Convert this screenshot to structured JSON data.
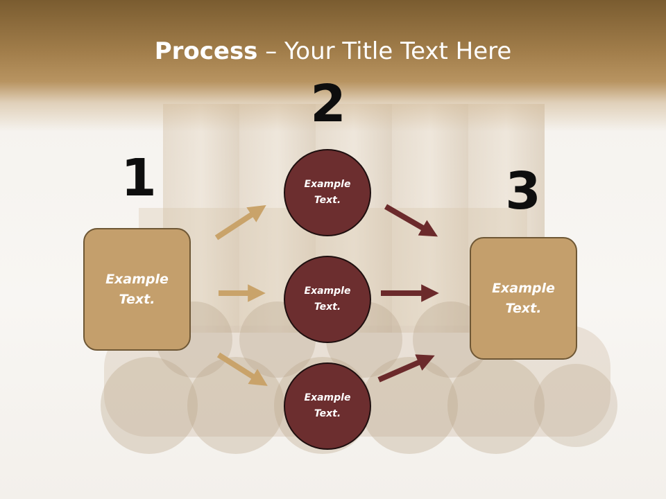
{
  "title": {
    "bold": "Process",
    "rest": " – Your Title Text Here"
  },
  "steps": {
    "one": "1",
    "two": "2",
    "three": "3"
  },
  "box_left": "Example Text.",
  "box_right": "Example Text.",
  "circles": [
    "Example Text.",
    "Example Text.",
    "Example Text."
  ],
  "colors": {
    "header": "#a27e4b",
    "box_fill": "#c49f6c",
    "box_border": "#6e5735",
    "circle_fill": "#6c2e2f",
    "arrow_tan": "#c9a36a",
    "arrow_maroon": "#6b2a2b"
  }
}
